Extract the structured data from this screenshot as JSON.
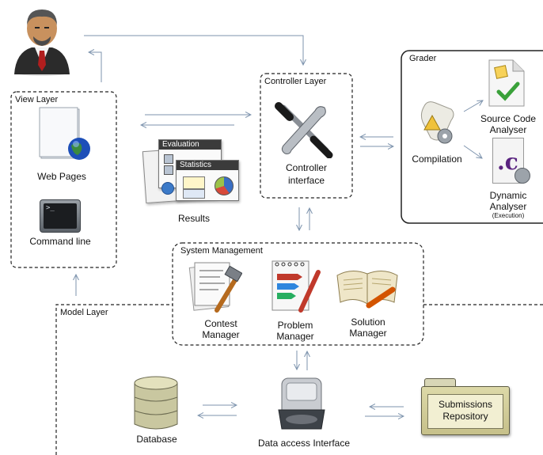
{
  "boxes": {
    "view_layer": "View Layer",
    "controller_layer": "Controller Layer",
    "grader": "Grader",
    "system_management": "System Management",
    "model_layer": "Model Layer"
  },
  "nodes": {
    "web_pages": "Web Pages",
    "command_line": "Command line",
    "results": "Results",
    "evaluation": "Evaluation",
    "statistics": "Statistics",
    "controller_line1": "Controller",
    "controller_line2": "interface",
    "compilation": "Compilation",
    "source_code_line1": "Source Code",
    "source_code_line2": "Analyser",
    "dynamic_line1": "Dynamic",
    "dynamic_line2": "Analyser",
    "dynamic_line3": "(Execution)",
    "contest_line1": "Contest",
    "contest_line2": "Manager",
    "problem_line1": "Problem",
    "problem_line2": "Manager",
    "solution_line1": "Solution",
    "solution_line2": "Manager",
    "database": "Database",
    "data_access": "Data access Interface",
    "submissions_line1": "Submissions",
    "submissions_line2": "Repository",
    "terminal_prompt": ">_",
    "dynamic_glyph": ".c"
  }
}
